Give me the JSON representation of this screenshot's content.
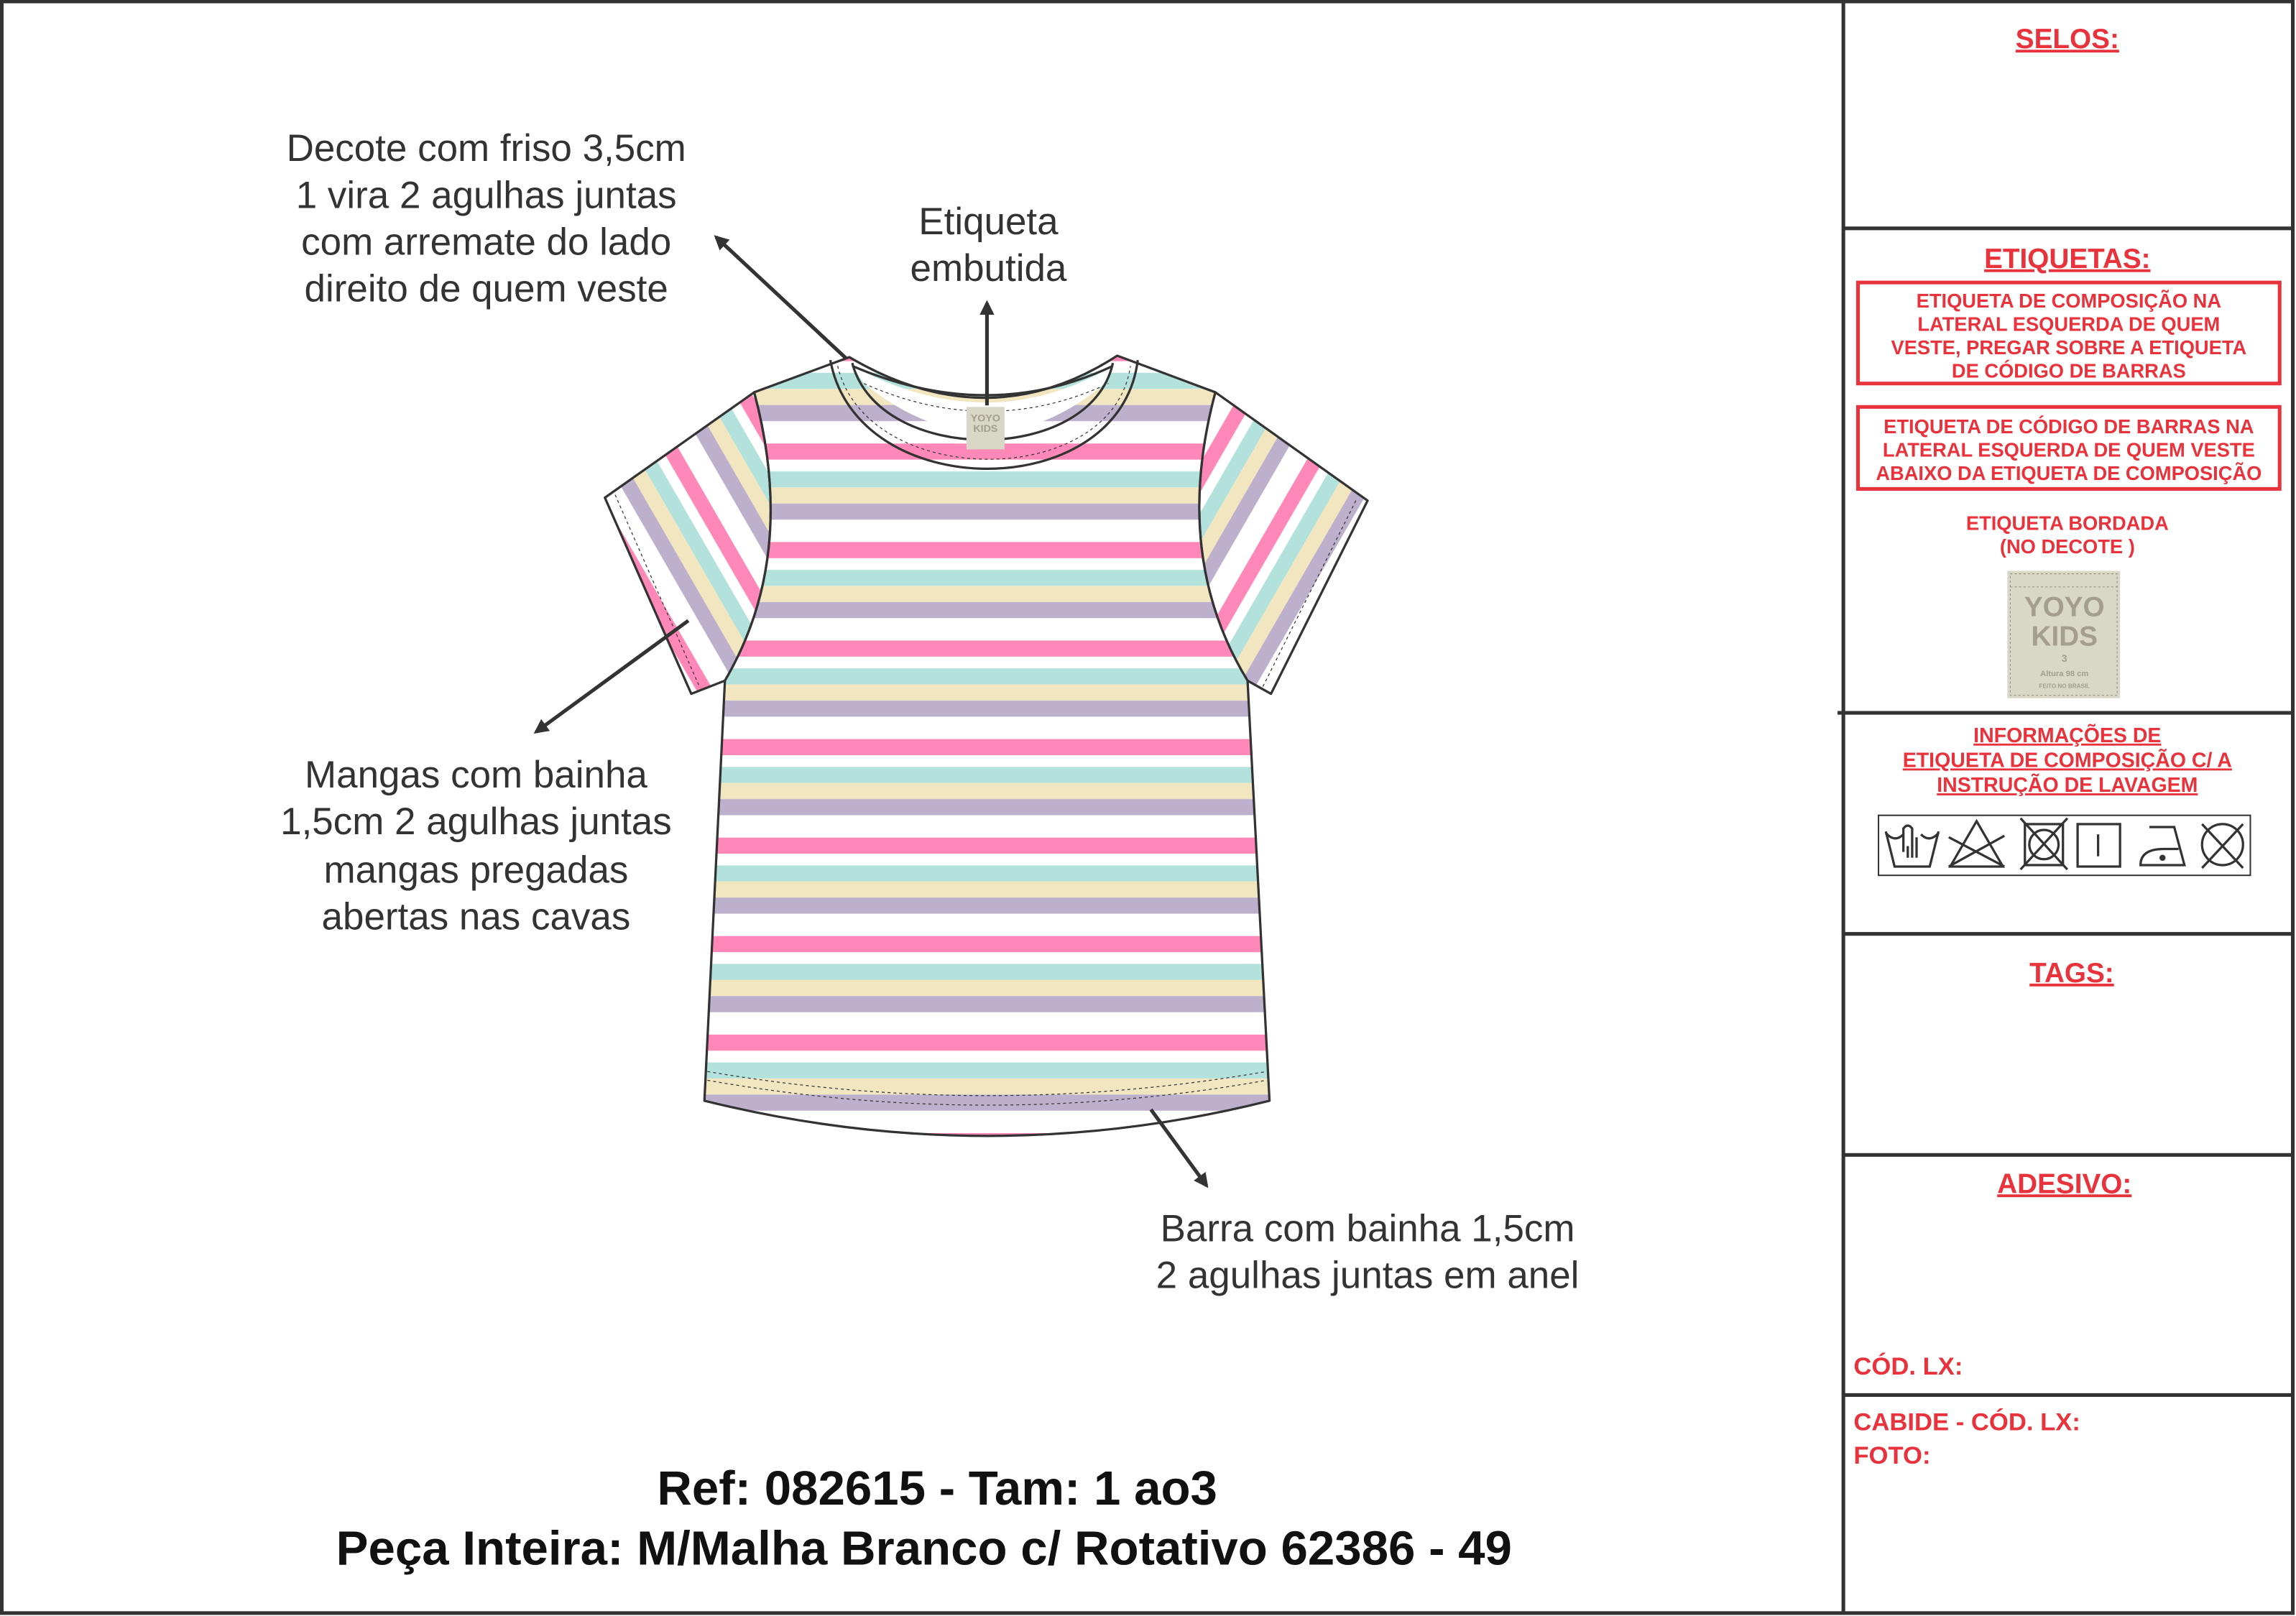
{
  "annotations": {
    "neckline": [
      "Decote com friso 3,5cm",
      "1 vira 2 agulhas juntas",
      "com arremate do lado",
      "direito de quem veste"
    ],
    "label": [
      "Etiqueta",
      "embutida"
    ],
    "sleeves": [
      "Mangas com bainha",
      "1,5cm 2 agulhas juntas",
      "mangas pregadas",
      "abertas nas cavas"
    ],
    "hem": [
      "Barra com bainha 1,5cm",
      "2 agulhas juntas em anel"
    ]
  },
  "footer": {
    "ref_line": "Ref: 082615 - Tam: 1 ao3",
    "piece_line": "Peça Inteira: M/Malha Branco c/ Rotativo 62386 - 49"
  },
  "panel": {
    "selos": "SELOS:",
    "etiquetas": "ETIQUETAS:",
    "box1": [
      "ETIQUETA DE COMPOSIÇÃO NA",
      "LATERAL ESQUERDA DE QUEM",
      "VESTE, PREGAR SOBRE A ETIQUETA",
      "DE CÓDIGO DE BARRAS"
    ],
    "box2": [
      "ETIQUETA DE CÓDIGO DE BARRAS NA",
      "LATERAL ESQUERDA DE QUEM VESTE",
      "ABAIXO DA ETIQUETA DE COMPOSIÇÃO"
    ],
    "bordada": [
      "ETIQUETA BORDADA",
      "(NO DECOTE )"
    ],
    "brand_label": {
      "line1": "YOYO",
      "line2": "KIDS",
      "size": "3",
      "height": "Altura 98 cm",
      "origin": "FEITO NO BRASIL"
    },
    "info": [
      "INFORMAÇÕES DE",
      "ETIQUETA DE COMPOSIÇÃO C/ A",
      "INSTRUÇÃO DE LAVAGEM"
    ],
    "care_icons": [
      "hand-wash-icon",
      "do-not-bleach-icon",
      "do-not-tumble-dry-icon",
      "line-dry-icon",
      "iron-low-icon",
      "do-not-dry-clean-icon"
    ],
    "tags": "TAGS:",
    "adesivo": "ADESIVO:",
    "cod_lx": "CÓD. LX:",
    "cabide": "CABIDE - CÓD. LX:",
    "foto": "FOTO:"
  },
  "colors": {
    "accent_red": "#e8323c",
    "pink": "#ff88b8",
    "mint": "#b3e2dc",
    "cream": "#f2e6c0",
    "lavender": "#bdb0cc"
  }
}
